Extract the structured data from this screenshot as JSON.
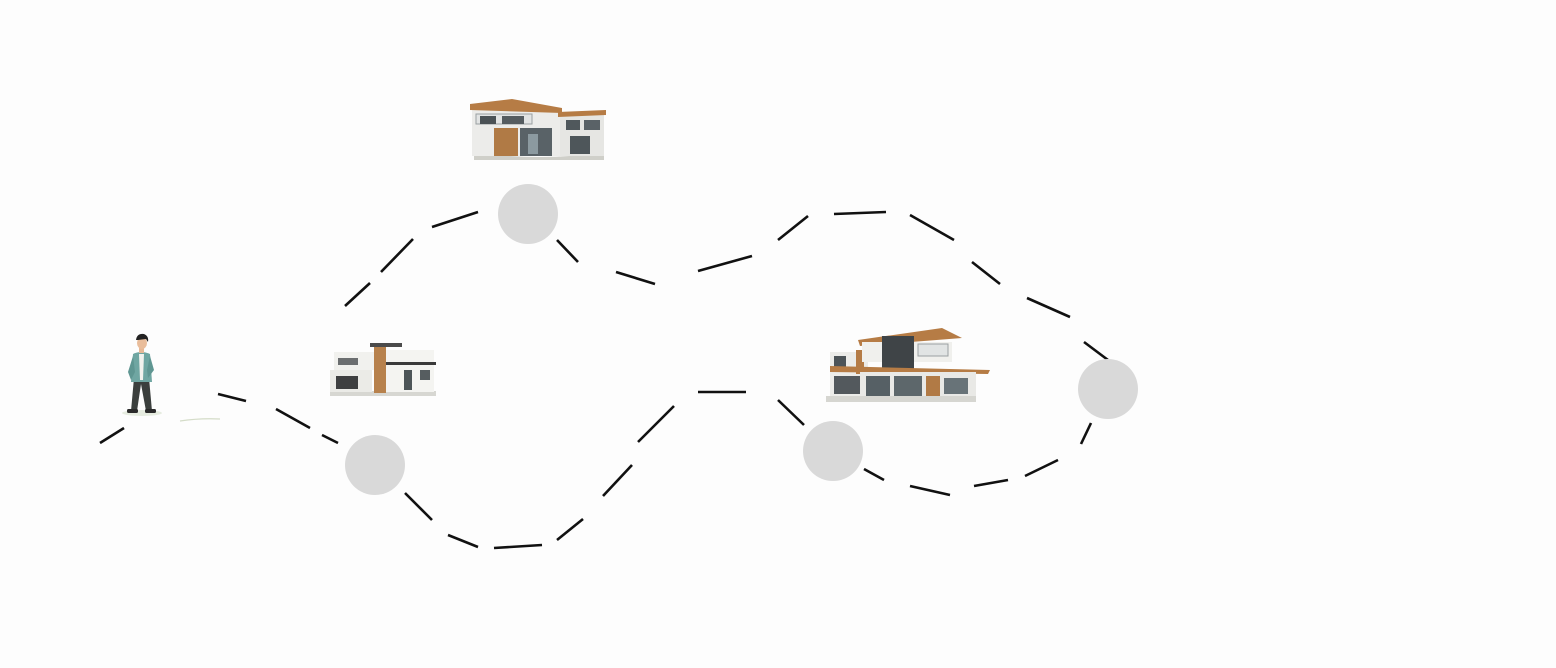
{
  "diagram": {
    "background": "#fdfdfd",
    "path_color": "#111111",
    "node_color": "#d9d9d9",
    "nodes": [
      {
        "name": "waypoint-1"
      },
      {
        "name": "waypoint-2"
      },
      {
        "name": "waypoint-3"
      },
      {
        "name": "waypoint-4"
      }
    ],
    "houses": [
      {
        "name": "house-left"
      },
      {
        "name": "house-top"
      },
      {
        "name": "house-right"
      }
    ],
    "figure": {
      "name": "person-figure"
    }
  }
}
